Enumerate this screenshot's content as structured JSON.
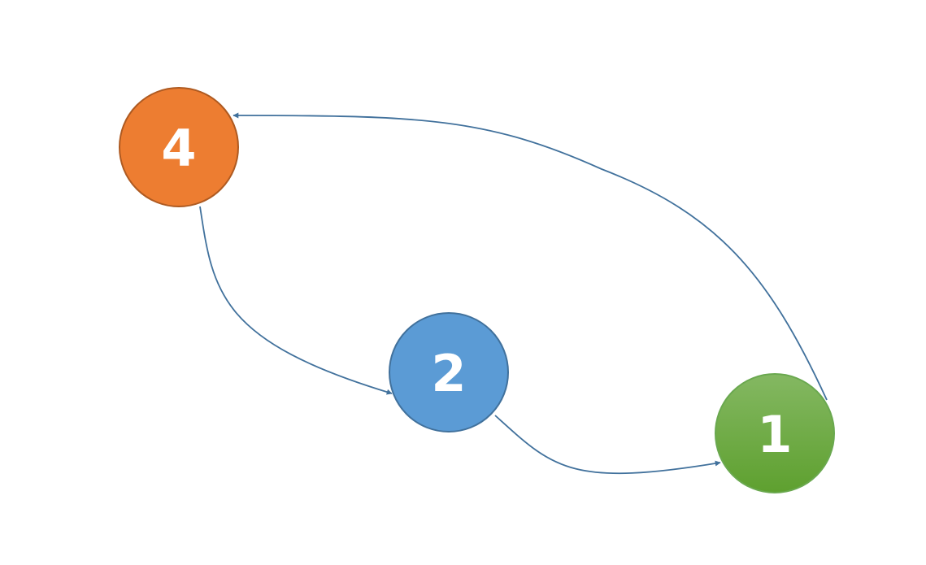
{
  "colors": {
    "edge": "#41719c",
    "node_4_fill": "#ed7d31",
    "node_4_stroke": "#ae5a21",
    "node_2_fill": "#5b9bd5",
    "node_2_stroke": "#41719c",
    "node_1_fill_top": "#84b862",
    "node_1_fill_bottom": "#5ea02f",
    "node_1_stroke": "#6aa84f"
  },
  "nodes": [
    {
      "id": "4",
      "label": "4"
    },
    {
      "id": "2",
      "label": "2"
    },
    {
      "id": "1",
      "label": "1"
    }
  ],
  "edges": [
    {
      "from": "4",
      "to": "2"
    },
    {
      "from": "2",
      "to": "1"
    },
    {
      "from": "1",
      "to": "4"
    }
  ]
}
